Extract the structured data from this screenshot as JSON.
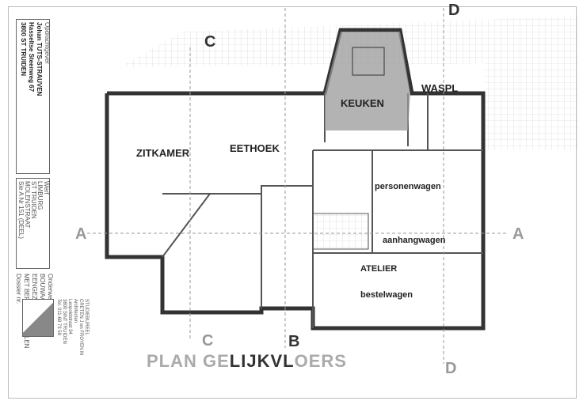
{
  "title_block": {
    "client": {
      "heading": "Opdrachtgever",
      "name": "Johan TUTS-STRAUVEN",
      "street": "Hasseltse Steenweg 67",
      "city": "3800 ST TRUIDEN"
    },
    "site": {
      "heading": "Werf",
      "province": "LIMBURG",
      "town": "ST TRUIDEN",
      "street": "MOLENSTRAAT",
      "cadastre": "Sie A Nr 151 (DEEL)"
    },
    "subject": {
      "heading": "Onderwerp",
      "line1": "BOUWAANVRAAG",
      "line2": "EENGEZINSWONING",
      "line3": "MET BEROEPSLOKALEN"
    },
    "dossier": "Dossier nr.",
    "office": {
      "line1": "STUDIEBUREEL",
      "line2": "CRETEN J en FROYEN M",
      "line3": "Architecten",
      "line4": "Leopoldstraat 34",
      "line5": "3800 SINT TRUIDEN",
      "line6": "Tel. 011-68 73 58"
    }
  },
  "rooms": {
    "zitkamer": "ZITKAMER",
    "eethoek": "EETHOEK",
    "keuken": "KEUKEN",
    "waspl": "WASPL",
    "atelier": "ATELIER",
    "personenwagen": "personenwagen",
    "aanhangwagen": "aanhangwagen",
    "bestelwagen": "bestelwagen"
  },
  "sections": {
    "a": "A",
    "b": "B",
    "c": "C",
    "d": "D"
  },
  "plan_title": {
    "p1": "PLAN GE",
    "p2": "LIJ",
    "p3": "KVL",
    "p4": "OERS"
  }
}
